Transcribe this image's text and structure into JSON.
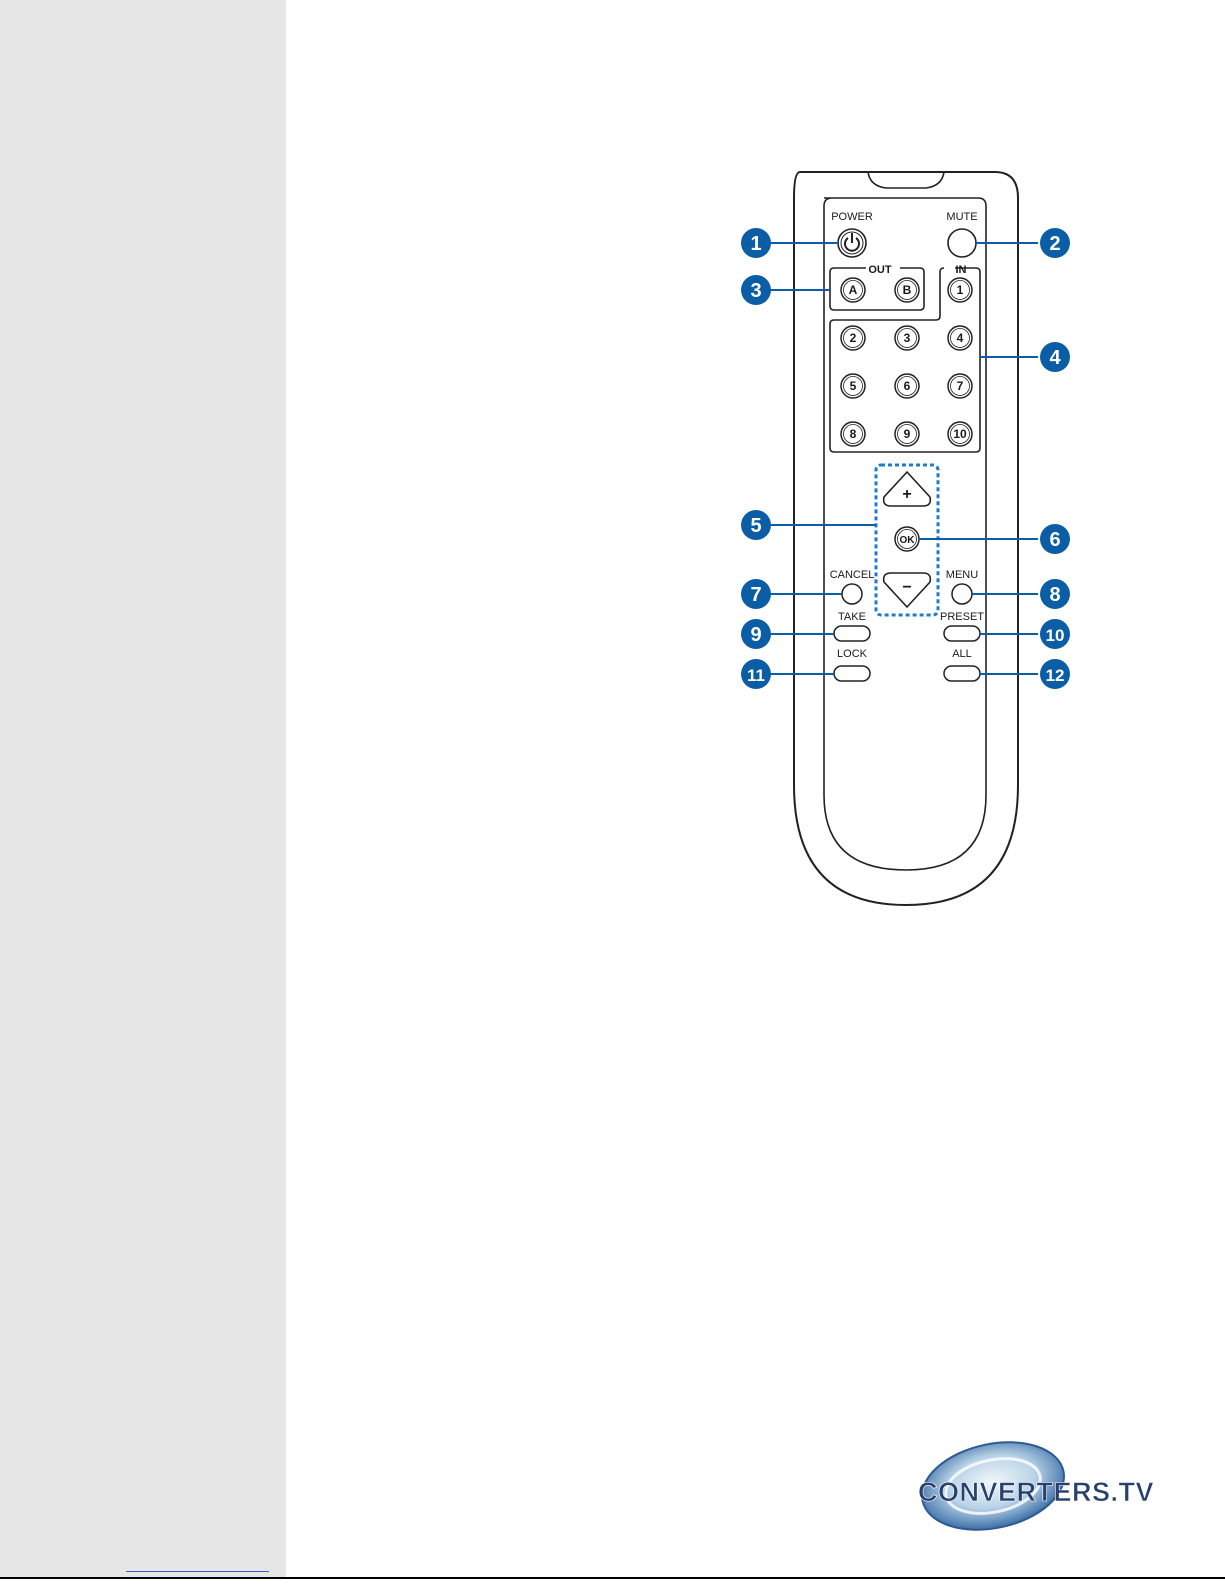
{
  "remote": {
    "labels": {
      "power": "POWER",
      "mute": "MUTE",
      "out_group": "OUT",
      "in_group": "IN",
      "cancel": "CANCEL",
      "menu": "MENU",
      "take": "TAKE",
      "preset": "PRESET",
      "lock": "LOCK",
      "all": "ALL"
    },
    "out_buttons": [
      "A",
      "B"
    ],
    "in_buttons": [
      "1",
      "2",
      "3",
      "4",
      "5",
      "6",
      "7",
      "8",
      "9",
      "10"
    ],
    "nav": {
      "up": "+",
      "ok": "OK",
      "down": "−"
    },
    "callouts": [
      "1",
      "2",
      "3",
      "4",
      "5",
      "6",
      "7",
      "8",
      "9",
      "10",
      "11",
      "12"
    ],
    "callout_color": "#0b5ea6",
    "nav_outline_color": "#1e7bd0"
  },
  "logo": {
    "text": "CONVERTERS.TV",
    "color": "#27406f"
  }
}
